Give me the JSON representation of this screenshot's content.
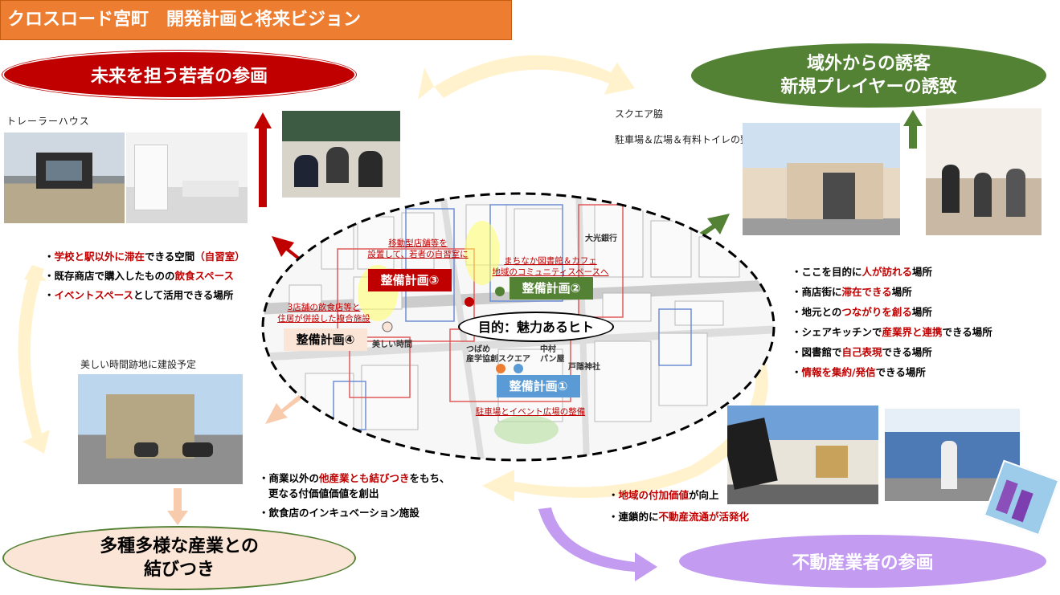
{
  "header": {
    "title": "クロスロード宮町　開発計画と将来ビジョン"
  },
  "ovals": {
    "youth": "未来を担う若者の参画",
    "visitors_line1": "域外からの誘客",
    "visitors_line2": "新規プレイヤーの誘致",
    "industries_line1": "多種多様な産業との",
    "industries_line2": "結びつき",
    "realestate": "不動産業者の参画"
  },
  "labels": {
    "trailer": "トレーラーハウス",
    "square_side_line1": "スクエア脇",
    "square_side_line2": "駐車場＆広場＆有料トイレの整備",
    "beautiful_time": "美しい時間跡地に建設予定"
  },
  "left_list": [
    {
      "prefix": "・",
      "red": "学校と駅以外に滞在",
      "rest": "できる空間",
      "red2": "（自習室）"
    },
    {
      "prefix": "・",
      "plain": "既存商店で購入したものの",
      "red": "飲食スペース"
    },
    {
      "prefix": "・",
      "red": "イベントスペース",
      "rest": "として活用できる場所"
    }
  ],
  "right_list": [
    {
      "a": "・ここを目的に",
      "r": "人が訪れる",
      "b": "場所"
    },
    {
      "a": "・商店街に",
      "r": "滞在できる",
      "b": "場所"
    },
    {
      "a": "・地元との",
      "r": "つながりを創る",
      "b": "場所"
    },
    {
      "a": "・シェアキッチンで",
      "r": "産業界と連携",
      "b": "できる場所"
    },
    {
      "a": "・図書館で",
      "r": "自己表現",
      "b": "できる場所"
    },
    {
      "a": "・",
      "r": "情報を集約/発信",
      "b": "できる場所"
    }
  ],
  "bottom_center_list": {
    "line1_a": "・商業以外の",
    "line1_r": "他産業とも結びつき",
    "line1_b": "をもち、",
    "line2": "更なる付価値価値を創出",
    "line3": "・飲食店のインキュベーション施設"
  },
  "bottom_right_list": {
    "line1_a": "・",
    "line1_r": "地域の付加価値",
    "line1_b": "が向上",
    "line2_a": "・連鎖的に",
    "line2_r": "不動産流通が活発化"
  },
  "map": {
    "goal": "目的：魅力あるヒト",
    "plan1": "整備計画①",
    "plan2": "整備計画②",
    "plan3": "整備計画③",
    "plan4": "整備計画④",
    "annot_plan3": "移動型店舗等を\n設置して、若者の自習室に",
    "annot_plan2": "まちなか図書館＆カフェ\n地域のコミュニティスペースへ",
    "annot_plan4": "3店舗の飲食店等と\n住居が併設した複合施設",
    "annot_plan1": "駐車場とイベント広場の整備",
    "bank": "大光銀行",
    "beautiful_time": "美しい時間",
    "tsubame": "つばめ\n産学協創スクエア",
    "nakamura": "中村\nパン屋",
    "tobe": "戸隠神社"
  },
  "colors": {
    "orange": "#ed7d31",
    "red": "#c00000",
    "green": "#548235",
    "peach": "#fbe5d6",
    "purple": "#c39bf0",
    "yellow_arrow": "#fff2cc"
  }
}
